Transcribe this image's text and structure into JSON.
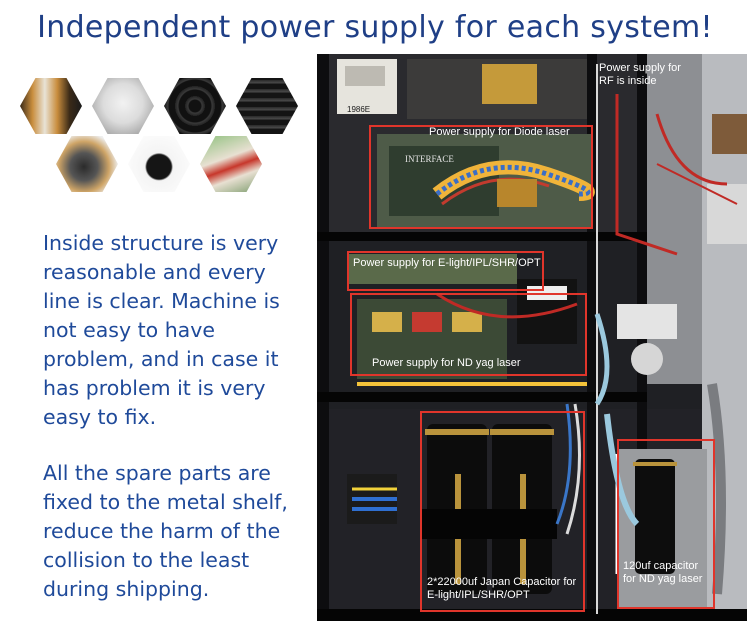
{
  "title": "Independent power supply for each system!",
  "description_1": "Inside structure is very reasonable and every line is clear. Machine is not easy to have problem, and in case it has problem  it is very easy to fix.",
  "description_2": "All the spare parts are fixed to the metal shelf, reduce the harm of the collision to the least during shipping.",
  "photo_labels": {
    "rf": "Power supply for RF is inside",
    "diode": "Power supply for Diode laser",
    "elight": "Power supply for E-light/IPL/SHR/OPT",
    "ndyag": "Power supply for ND yag laser",
    "capacitor_main": "2*22000uf Japan Capacitor for E-light/IPL/SHR/OPT",
    "capacitor_nd": "120uf capacitor for ND yag laser"
  },
  "component_text": {
    "interface": "INTERFACE",
    "relay": "1986E"
  },
  "colors": {
    "title": "#1f3f86",
    "body_text": "#1f4a9a",
    "highlight_box": "#e0352b"
  }
}
